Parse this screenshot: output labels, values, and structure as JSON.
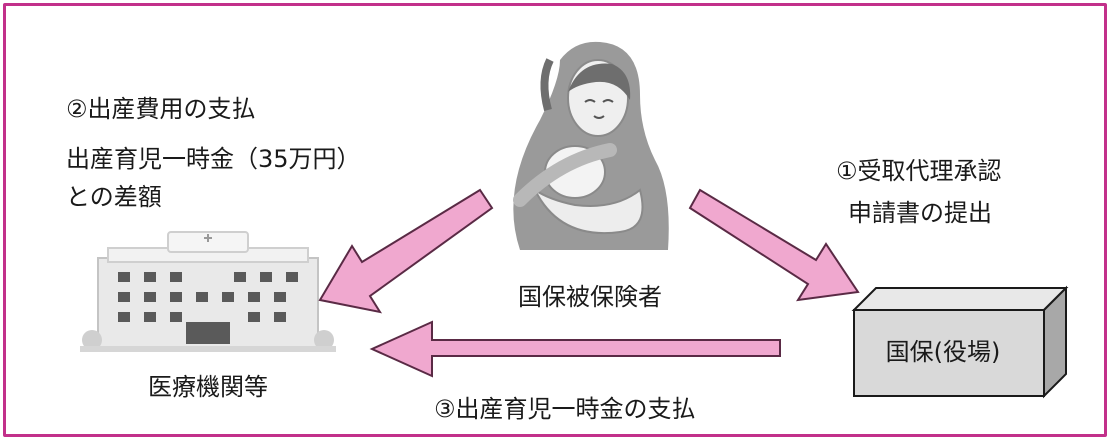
{
  "diagram": {
    "payment_note": {
      "line1": "②出産費用の支払",
      "line2": "出産育児一時金（35万円）",
      "line3": "との差額"
    },
    "application_note": {
      "line1": "①受取代理承認",
      "line2": "申請書の提出"
    },
    "insured_label": "国保被保険者",
    "hospital_label": "医療機関等",
    "office_label": "国保(役場)",
    "lump_sum_payment_label": "③出産育児一時金の支払"
  },
  "colors": {
    "border": "#c2308a",
    "arrow_fill": "#f0a8cf",
    "arrow_stroke": "#5a2a45",
    "box_face": "#d9d9d9",
    "box_side": "#a8a8a8",
    "box_top": "#e8e8e8"
  },
  "icons": [
    "mother-with-baby-illustration",
    "hospital-building-illustration",
    "office-box-illustration"
  ]
}
